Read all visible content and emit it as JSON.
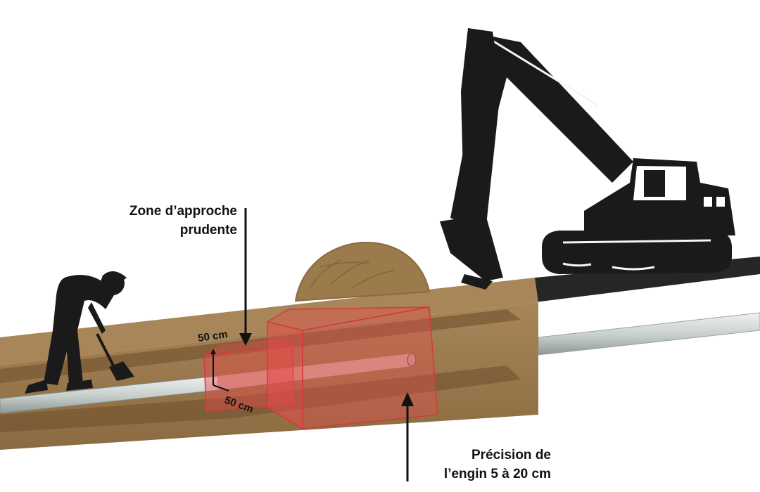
{
  "labels": {
    "approach_zone_line1": "Zone d’approche",
    "approach_zone_line2": "prudente",
    "precision_line1": "Précision de",
    "precision_line2": "l’engin 5 à 20 cm",
    "dim_vertical": "50 cm",
    "dim_horizontal": "50 cm"
  },
  "colors": {
    "soil": "#9b7a4c",
    "soil_dark": "#7a5a34",
    "soil_light": "#b08d5e",
    "road": "#262626",
    "pipe": "#c8d0cc",
    "pipe_edge": "#7f8a86",
    "zone_fill": "#e64a4a",
    "zone_edge": "#d23a3a",
    "silhouette": "#1a1a1a"
  },
  "icons": [
    "worker-with-shovel-icon",
    "excavator-icon",
    "arrow-down-icon",
    "arrow-up-icon"
  ]
}
